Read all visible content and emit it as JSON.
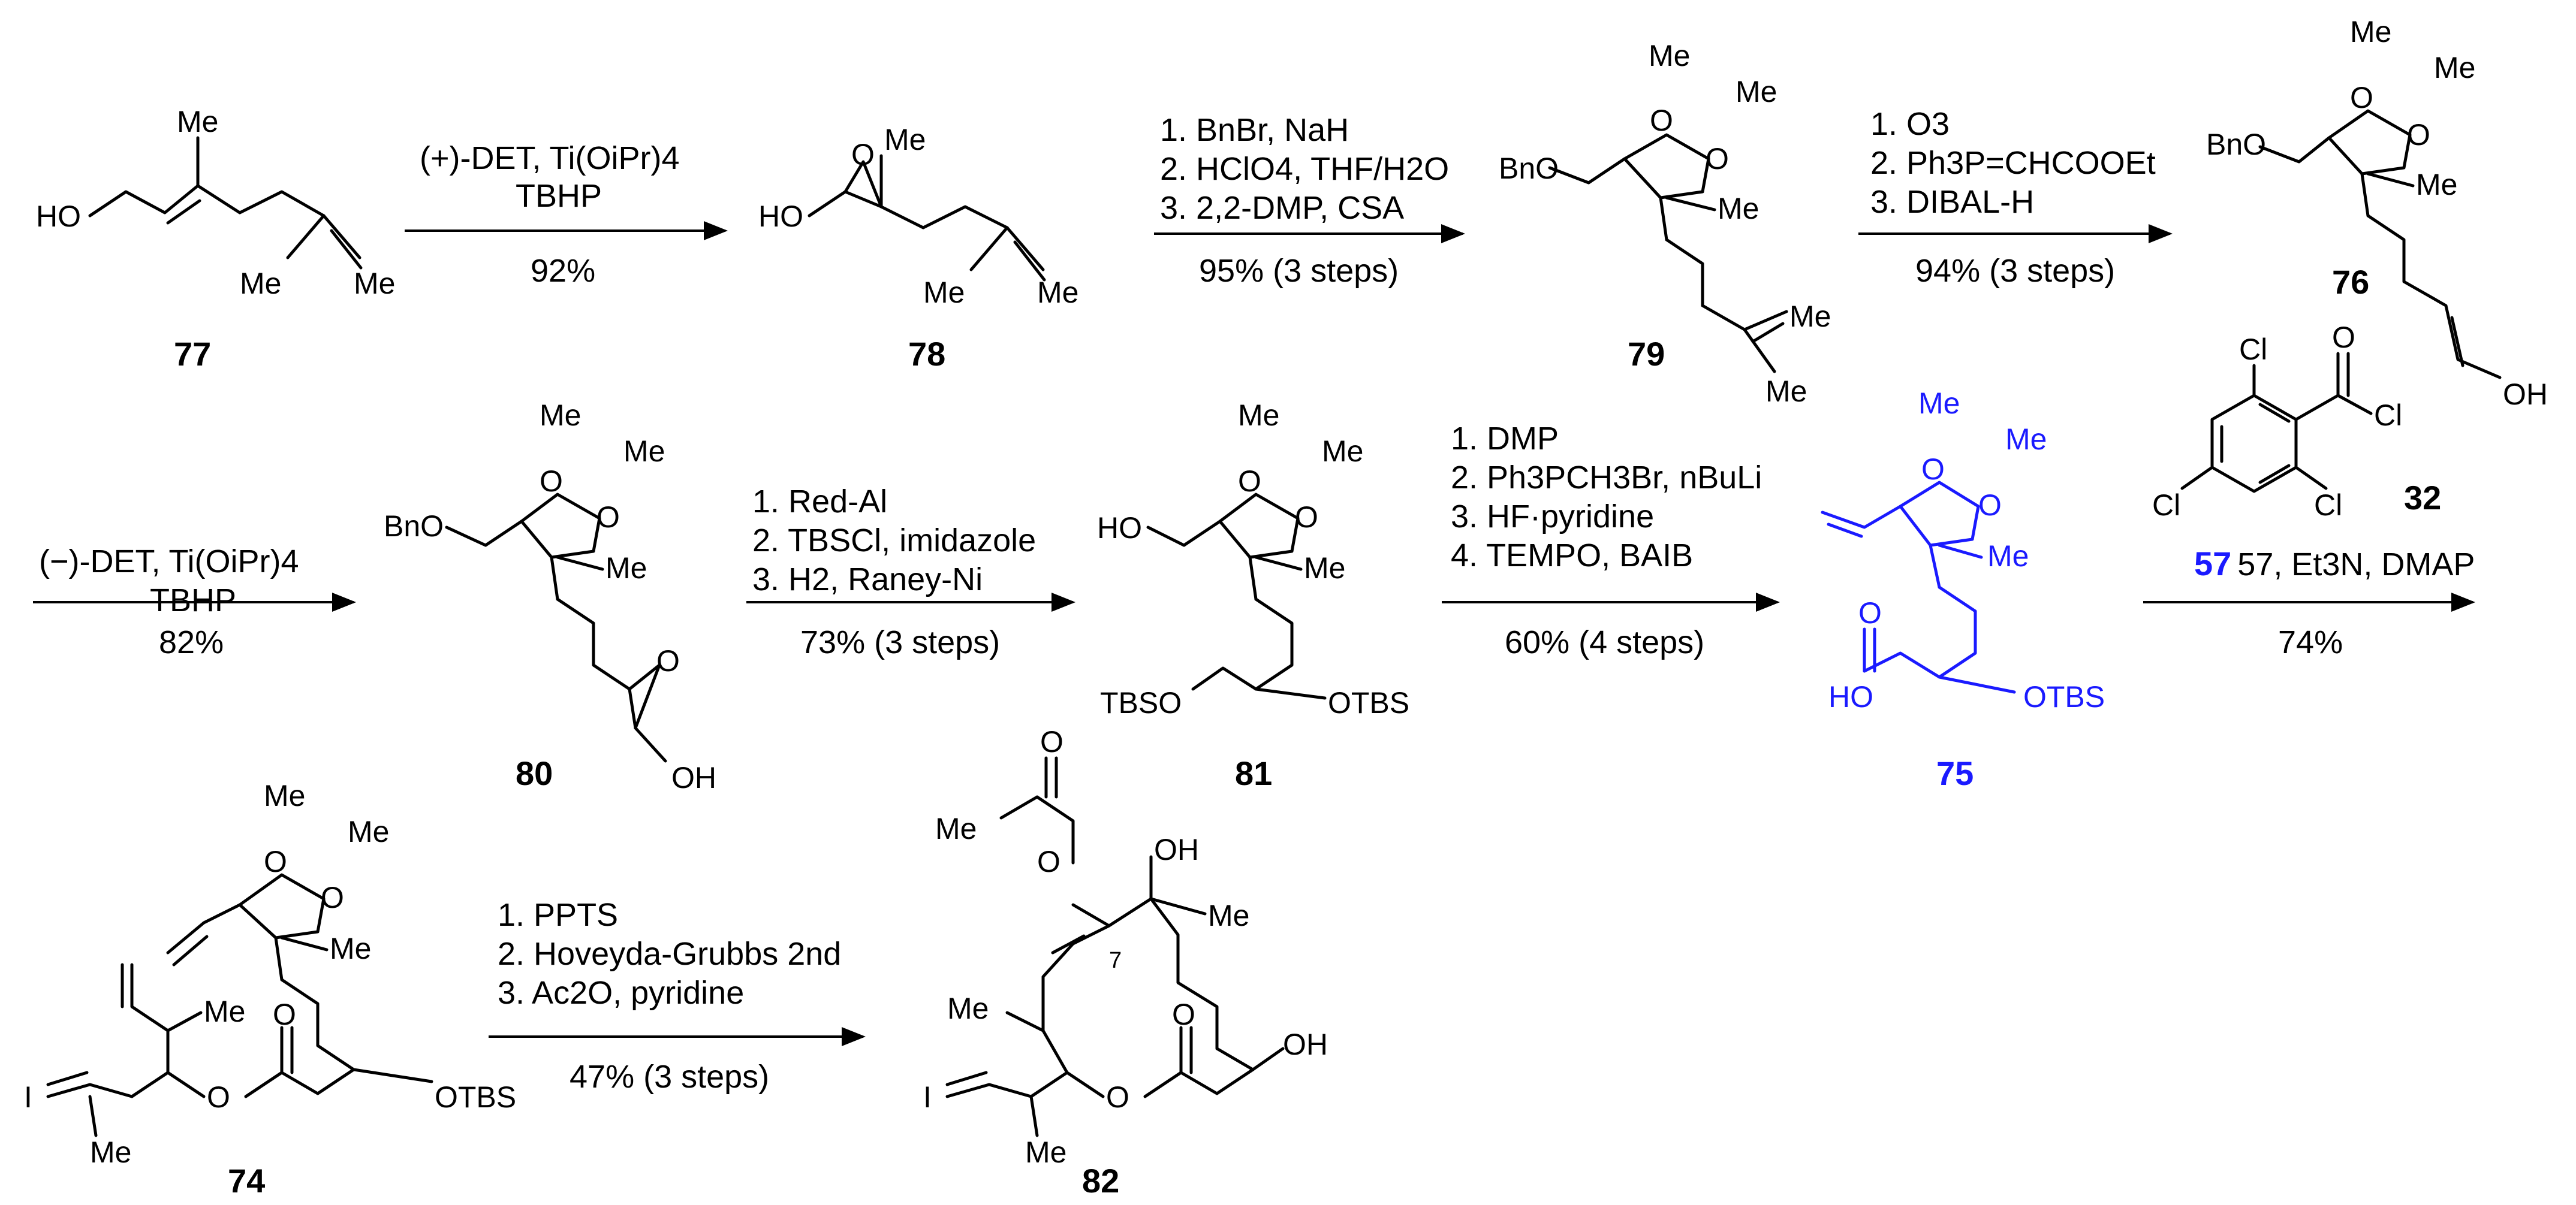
{
  "colors": {
    "ink": "#000000",
    "highlight": "#1a1aff"
  },
  "labels": {
    "c77": "77",
    "c78": "78",
    "c79": "79",
    "c76": "76",
    "c80": "80",
    "c81": "81",
    "c75": "75",
    "c32": "32",
    "c74": "74",
    "c82": "82",
    "c57": "57"
  },
  "atoms": {
    "ho": "HO",
    "oh": "OH",
    "bno": "BnO",
    "me": "Me",
    "o": "O",
    "cl": "Cl",
    "i": "I",
    "tbso": "TBSO",
    "otbs": "OTBS",
    "seven": "7"
  },
  "steps": {
    "s1": {
      "line1": "(+)-DET, Ti(OiPr)4",
      "line2": "TBHP",
      "yield": "92%"
    },
    "s2": {
      "line1": "1. BnBr, NaH",
      "line2": "2. HClO4, THF/H2O",
      "line3": "3. 2,2-DMP, CSA",
      "yield": "95% (3 steps)"
    },
    "s3": {
      "line1": "1. O3",
      "line2": "2. Ph3P=CHCOOEt",
      "line3": "3. DIBAL-H",
      "yield": "94% (3 steps)"
    },
    "s4": {
      "line1": "(−)-DET, Ti(OiPr)4",
      "line2": "TBHP",
      "yield": "82%"
    },
    "s5": {
      "line1": "1. Red-Al",
      "line2": "2. TBSCl, imidazole",
      "line3": "3. H2, Raney-Ni",
      "yield": "73% (3 steps)"
    },
    "s6": {
      "line1": "1. DMP",
      "line2": "2. Ph3PCH3Br, nBuLi",
      "line3": "3. HF·pyridine",
      "line4": "4. TEMPO, BAIB",
      "yield": "60% (4 steps)"
    },
    "s7": {
      "line1": "57, Et3N, DMAP",
      "yield": "74%"
    },
    "s8": {
      "line1": "1. PPTS",
      "line2": "2. Hoveyda-Grubbs 2nd",
      "line3": "3. Ac2O, pyridine",
      "yield": "47% (3 steps)"
    }
  }
}
